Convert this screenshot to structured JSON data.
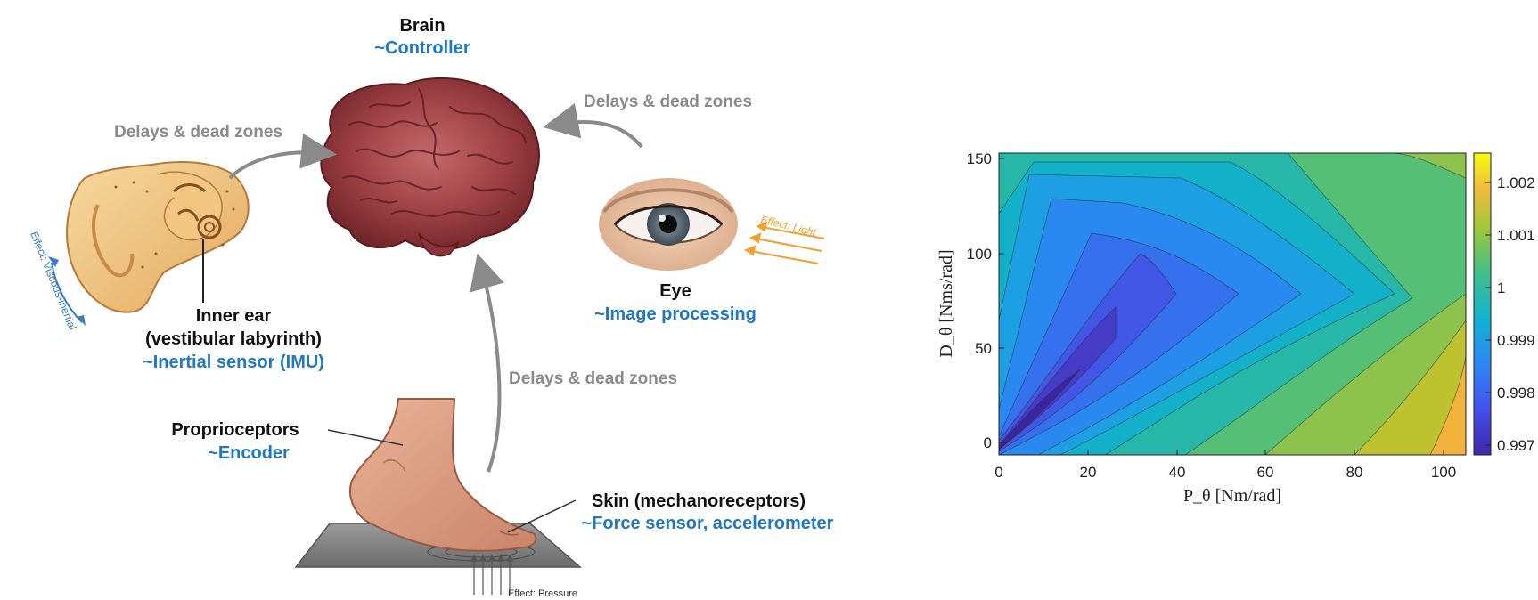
{
  "diagram": {
    "brain": {
      "title": "Brain",
      "subtitle": "~Controller"
    },
    "eye": {
      "title": "Eye",
      "subtitle": "~Image processing",
      "effect": "Effect: Light"
    },
    "inner_ear": {
      "title_line1": "Inner ear",
      "title_line2": "(vestibular labyrinth)",
      "subtitle": "~Inertial sensor (IMU)",
      "effect": "Effect: Viscous-inertial"
    },
    "proprioceptors": {
      "title": "Proprioceptors",
      "subtitle": "~Encoder"
    },
    "skin": {
      "title": "Skin (mechanoreceptors)",
      "subtitle": "~Force sensor, accelerometer",
      "effect": "Effect: Pressure"
    },
    "delay_labels": [
      "Delays & dead zones",
      "Delays & dead zones",
      "Delays & dead zones"
    ]
  },
  "chart_data": {
    "type": "contour",
    "xlabel": "P_θ [Nm/rad]",
    "ylabel": "D_θ [Nms/rad]",
    "xlim": [
      0,
      105
    ],
    "ylim": [
      -8,
      152
    ],
    "x_ticks": [
      "0",
      "20",
      "40",
      "60",
      "80",
      "100"
    ],
    "y_ticks": [
      "0",
      "50",
      "100",
      "150"
    ],
    "colorbar": {
      "ticks": [
        "0.997",
        "0.998",
        "0.999",
        "1",
        "1.001",
        "1.002"
      ],
      "range": [
        0.9966,
        1.0025
      ]
    },
    "contour_levels": [
      0.9975,
      0.998,
      0.9985,
      0.999,
      0.9995,
      1.0,
      1.0005,
      1.001,
      1.0015,
      1.002
    ],
    "minimum": {
      "x": 0,
      "y": 0,
      "value": 0.9968
    }
  },
  "colors": {
    "blue_text": "#1f78c1",
    "gray_text": "#8a8a8a",
    "effect_orange": "#f0a030"
  }
}
